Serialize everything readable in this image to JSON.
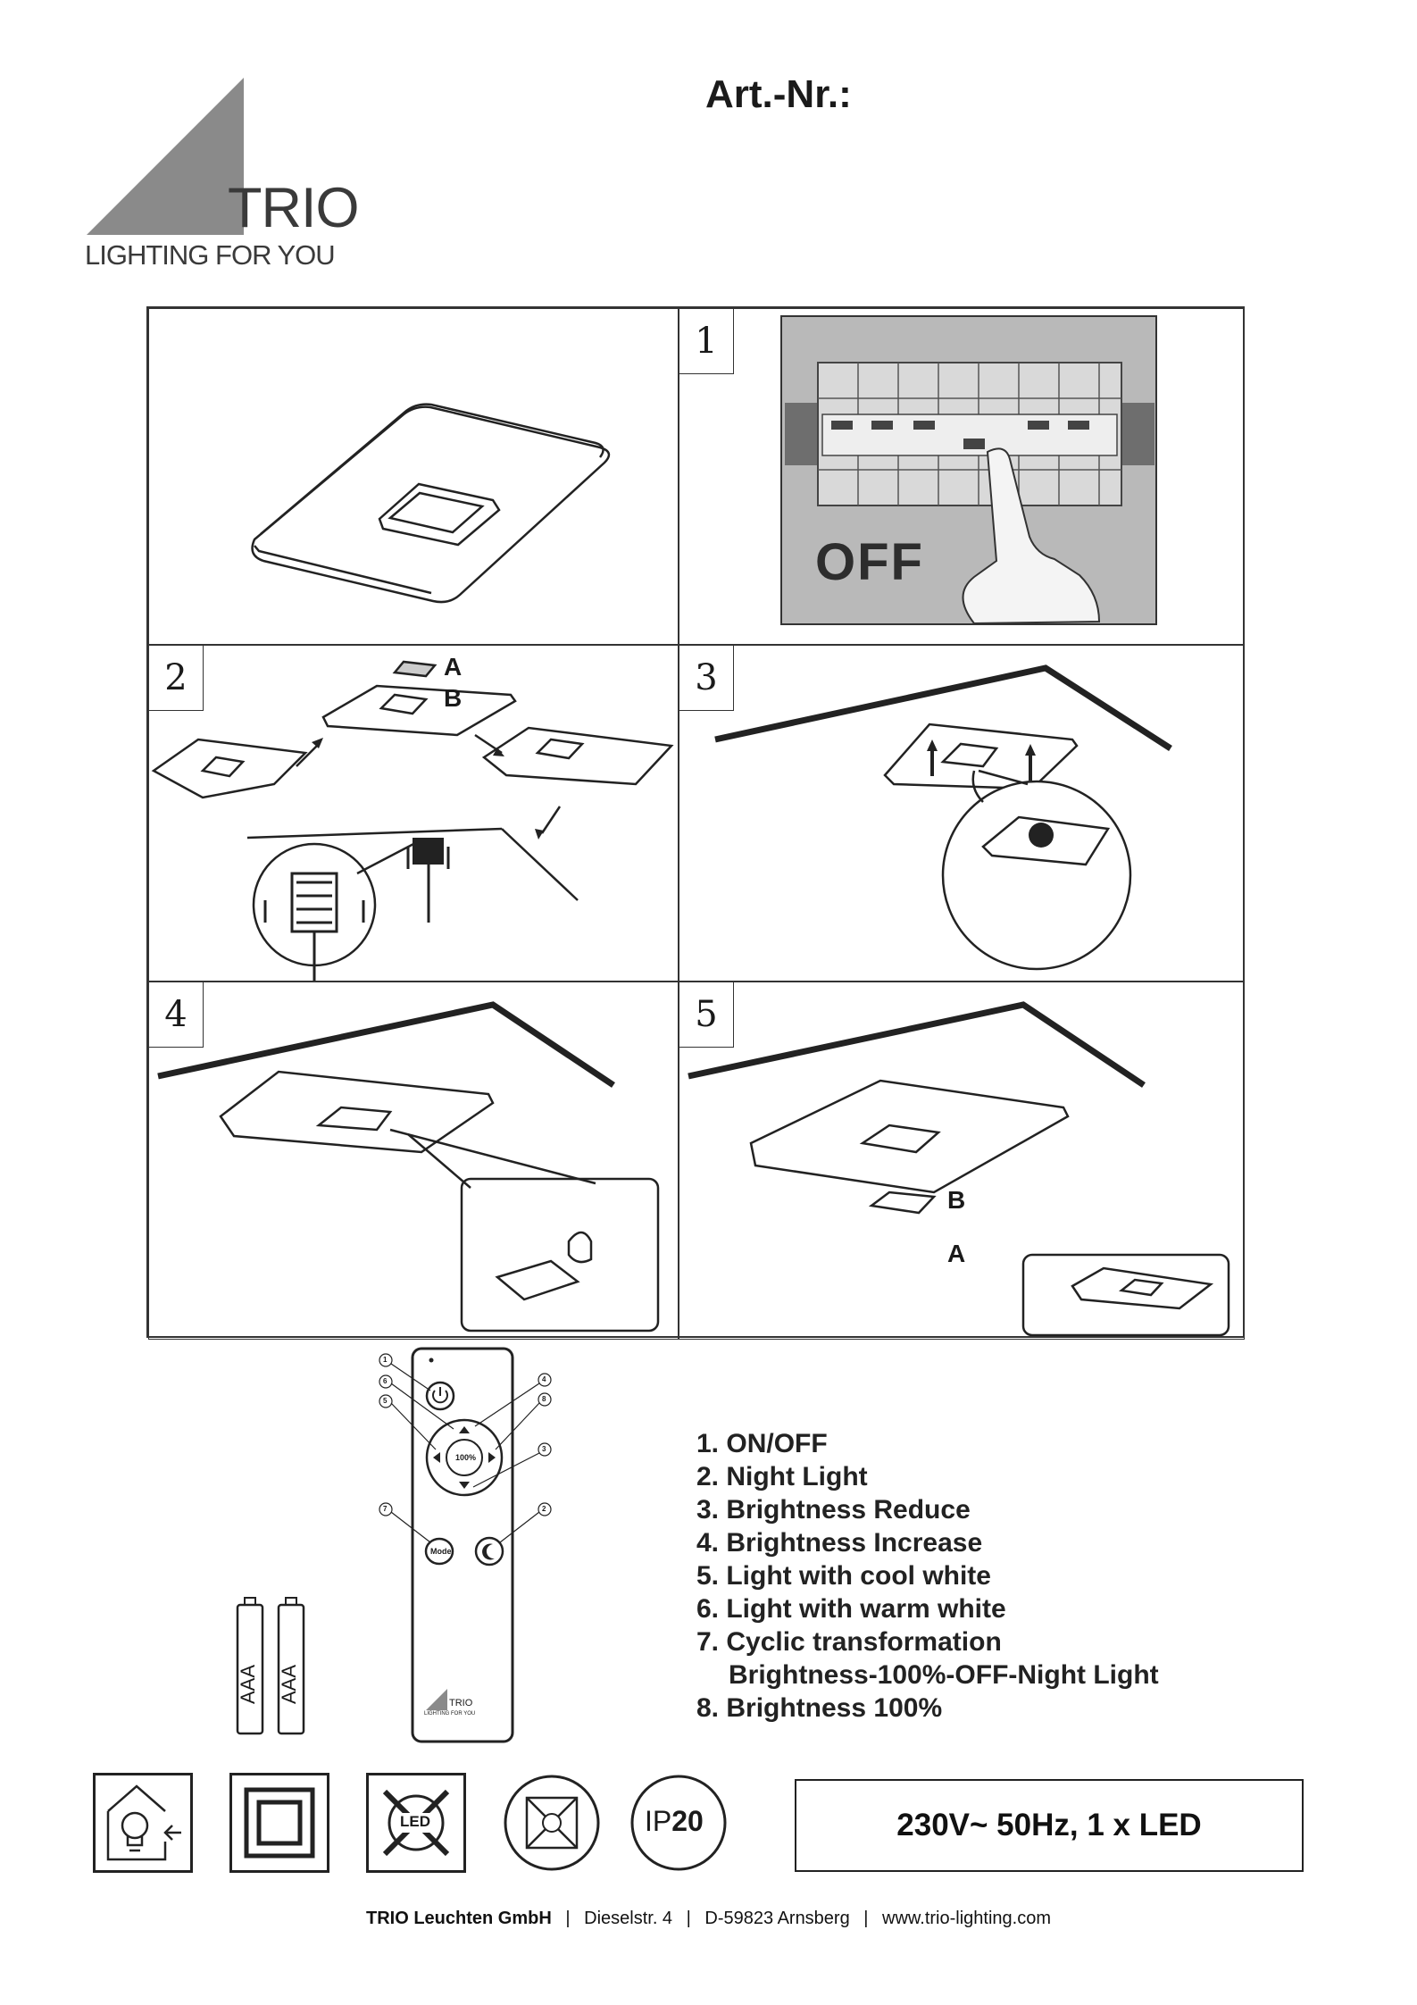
{
  "logo": {
    "brand": "TRIO",
    "tagline": "LIGHTING FOR YOU"
  },
  "header": {
    "art_nr_label": "Art.-Nr.:"
  },
  "steps": {
    "step1": {
      "number": "1",
      "switch_text": "OFF"
    },
    "step2": {
      "number": "2",
      "label_a": "A",
      "label_b": "B"
    },
    "step3": {
      "number": "3"
    },
    "step4": {
      "number": "4"
    },
    "step5": {
      "number": "5",
      "label_a": "A",
      "label_b": "B"
    }
  },
  "remote": {
    "center_label": "100%",
    "mode_label": "Mode",
    "brand": "TRIO",
    "tagline": "LIGHTING FOR YOU",
    "callouts": [
      "1",
      "2",
      "3",
      "4",
      "5",
      "6",
      "7",
      "8"
    ]
  },
  "batteries": [
    "AAA",
    "AAA"
  ],
  "functions": [
    {
      "text": "1. ON/OFF"
    },
    {
      "text": "2. Night Light"
    },
    {
      "text": "3. Brightness Reduce"
    },
    {
      "text": "4. Brightness Increase"
    },
    {
      "text": "5. Light with cool white"
    },
    {
      "text": "6. Light with warm white"
    },
    {
      "text": "7. Cyclic transformation"
    },
    {
      "text": "Brightness-100%-OFF-Night Light"
    },
    {
      "text": "8. Brightness 100%"
    }
  ],
  "symbols": {
    "led_label": "LED",
    "ip_label": "IP",
    "ip_value": "20"
  },
  "spec": {
    "text": "230V~ 50Hz, 1 x LED"
  },
  "footer": {
    "company": "TRIO Leuchten GmbH",
    "address": "Dieselstr. 4",
    "city": "D-59823 Arnsberg",
    "website": "www.trio-lighting.com"
  }
}
